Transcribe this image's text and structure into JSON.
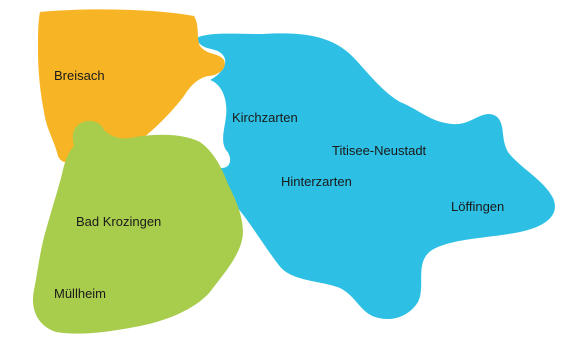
{
  "map": {
    "regions": [
      {
        "id": "breisach",
        "color": "#F7B526"
      },
      {
        "id": "dreisamtal-hochschwarzwald",
        "color": "#2EC0E4"
      },
      {
        "id": "markgraeflerland",
        "color": "#A8CC4C"
      }
    ],
    "labels": {
      "breisach": "Breisach",
      "kirchzarten": "Kirchzarten",
      "titisee_neustadt": "Titisee-Neustadt",
      "hinterzarten": "Hinterzarten",
      "loeffingen": "Löffingen",
      "bad_krozingen": "Bad Krozingen",
      "muellheim": "Müllheim"
    }
  }
}
